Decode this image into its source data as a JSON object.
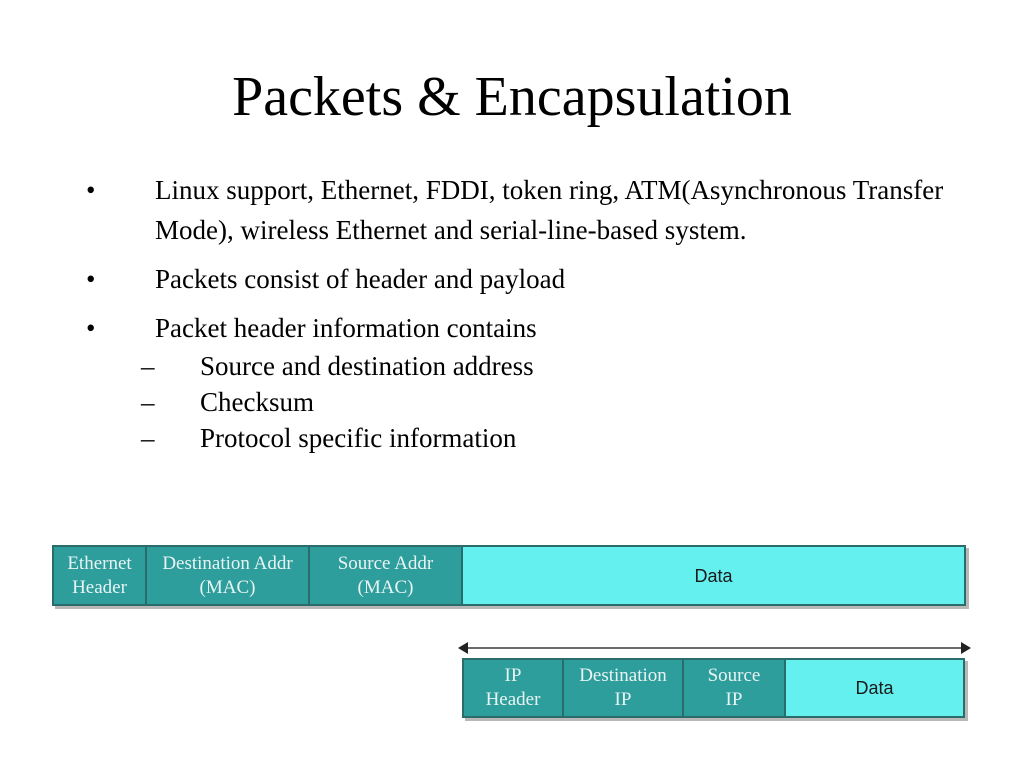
{
  "slide": {
    "title": "Packets & Encapsulation",
    "bullets": [
      {
        "marker": "•",
        "text": "Linux support, Ethernet, FDDI, token ring, ATM(Asynchronous Transfer Mode), wireless Ethernet and serial-line-based system."
      },
      {
        "marker": "•",
        "text": "Packets consist of header and payload"
      },
      {
        "marker": "•",
        "text": "Packet header information contains",
        "subitems": [
          {
            "marker": "–",
            "text": "Source and destination address"
          },
          {
            "marker": "–",
            "text": "Checksum"
          },
          {
            "marker": "–",
            "text": "Protocol specific information"
          }
        ]
      }
    ]
  },
  "ethernet_frame": {
    "fields": [
      {
        "label": "Ethernet\nHeader"
      },
      {
        "label": "Destination  Addr\n(MAC)"
      },
      {
        "label": "Source Addr\n(MAC)"
      },
      {
        "label": "Data"
      }
    ]
  },
  "ip_packet": {
    "fields": [
      {
        "label": "IP\nHeader"
      },
      {
        "label": "Destination\nIP"
      },
      {
        "label": "Source\nIP"
      },
      {
        "label": "Data"
      }
    ]
  },
  "colors": {
    "header_field": "#2e9e9c",
    "data_field": "#65f0f0",
    "field_border": "#2a6b6b"
  }
}
